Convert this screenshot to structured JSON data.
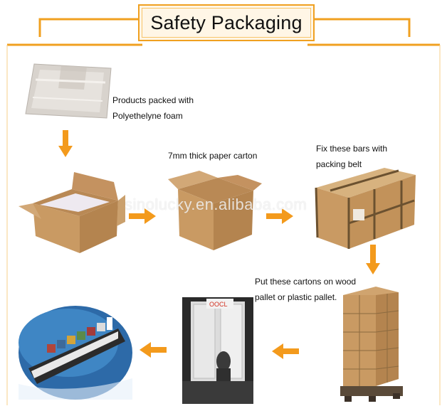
{
  "header": {
    "title": "Safety Packaging"
  },
  "steps": [
    {
      "caption_line1": "Products packed with",
      "caption_line2": "Polyethelyne foam"
    },
    {
      "caption_line1": "7mm thick paper carton"
    },
    {
      "caption_line1": "Fix these bars with",
      "caption_line2": "packing belt"
    },
    {
      "caption_line1": "Put these cartons on wood",
      "caption_line2": "pallet or plastic pallet."
    }
  ],
  "watermark": "sinolucky.en.alibaba.com",
  "truck": {
    "container_brand": "OOCL"
  },
  "colors": {
    "accent": "#f0a020",
    "arrow": "#f39a1c",
    "carton": "#c99a63"
  }
}
